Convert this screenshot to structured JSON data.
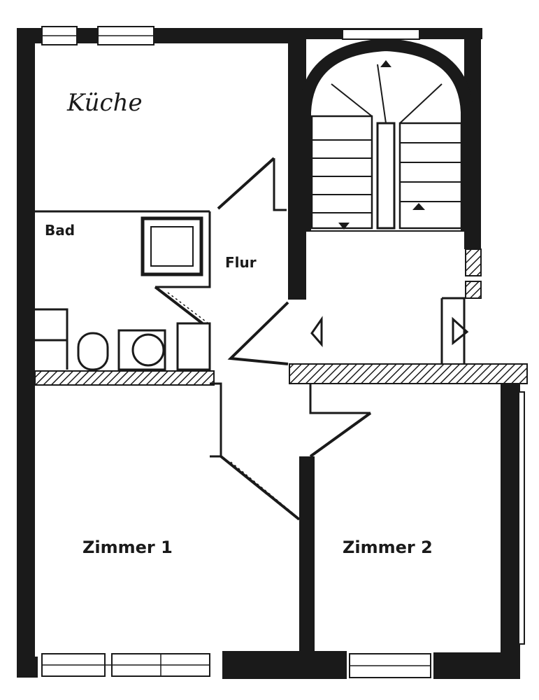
{
  "rooms": {
    "kitchen": "Küche",
    "bathroom": "Bad",
    "hallway": "Flur",
    "room1": "Zimmer 1",
    "room2": "Zimmer 2"
  },
  "colors": {
    "ink": "#1a1a1a",
    "paper": "#ffffff"
  }
}
